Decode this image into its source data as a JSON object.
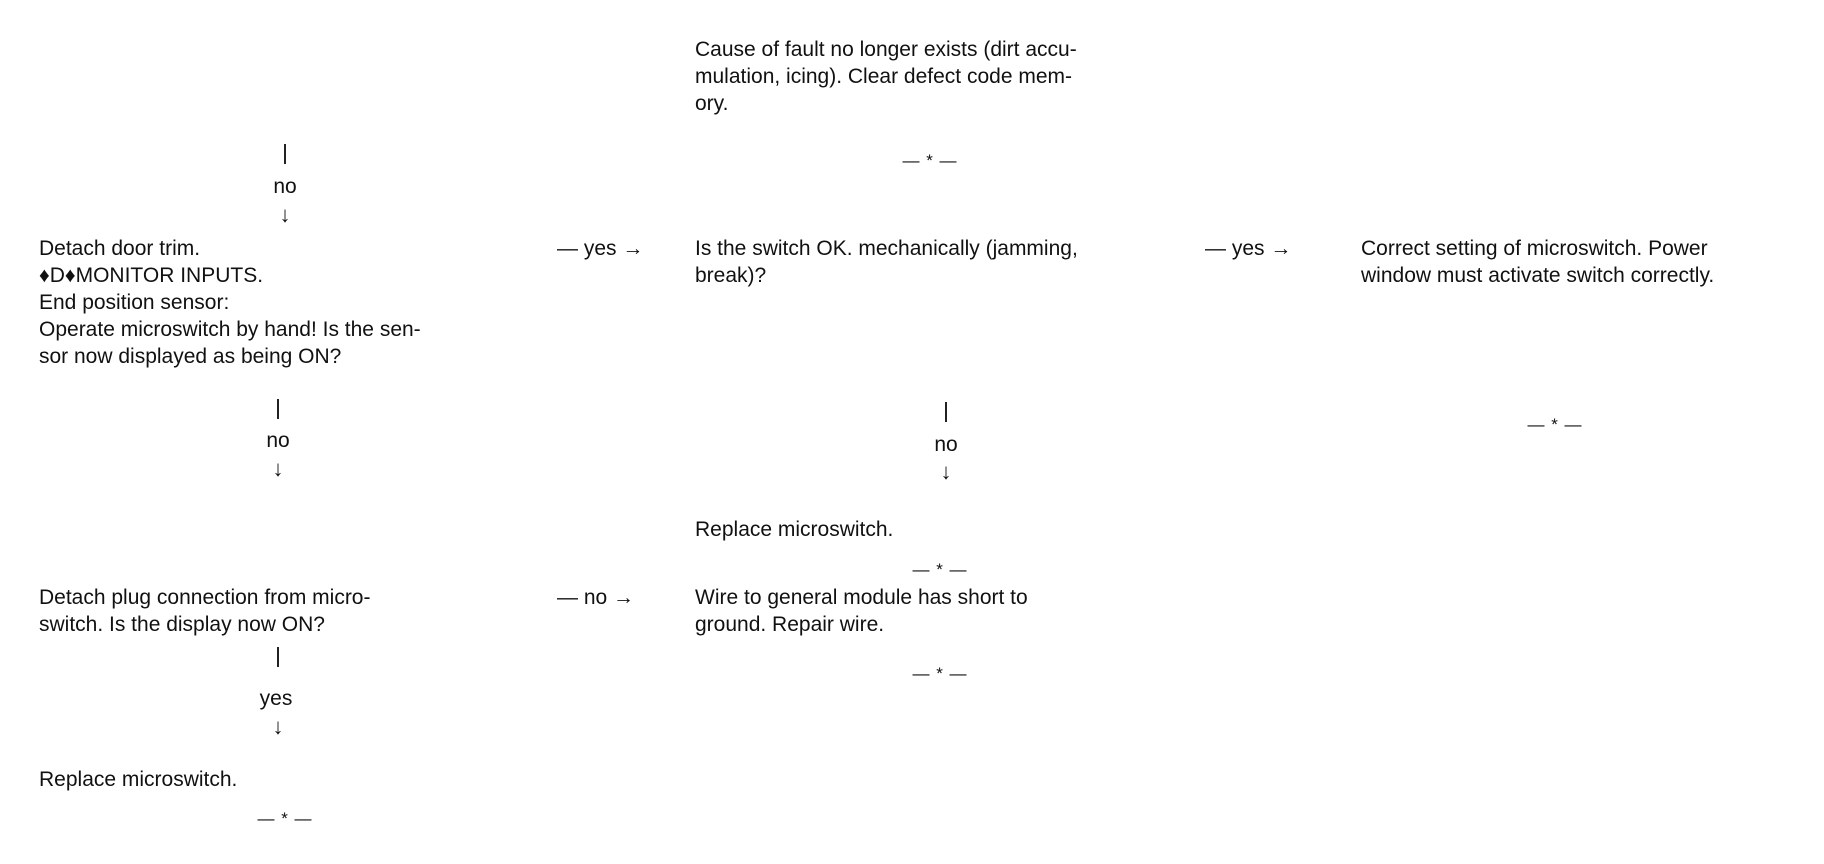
{
  "nodes": {
    "fault_gone": "Cause of fault no longer exists (dirt accu-\nmulation, icing). Clear defect code mem-\nory.",
    "detach_trim": "Detach door trim.\n♦D♦MONITOR INPUTS.\nEnd position sensor:\nOperate microswitch by hand! Is the sen-\nsor now displayed as being ON?",
    "switch_ok": "Is the switch OK. mechanically (jamming,\nbreak)?",
    "correct_setting": "Correct setting of microswitch. Power\nwindow must activate switch correctly.",
    "replace_mid": "Replace microswitch.",
    "detach_plug": "Detach plug connection from micro-\nswitch. Is the display now ON?",
    "wire_short": "Wire to general module has short to\nground. Repair wire.",
    "replace_left": "Replace microswitch."
  },
  "labels": {
    "no": "no",
    "yes": "yes",
    "down_arrow": "↓",
    "yes_right": "— yes →",
    "no_right": "— no →"
  },
  "end_marker": "— * —"
}
